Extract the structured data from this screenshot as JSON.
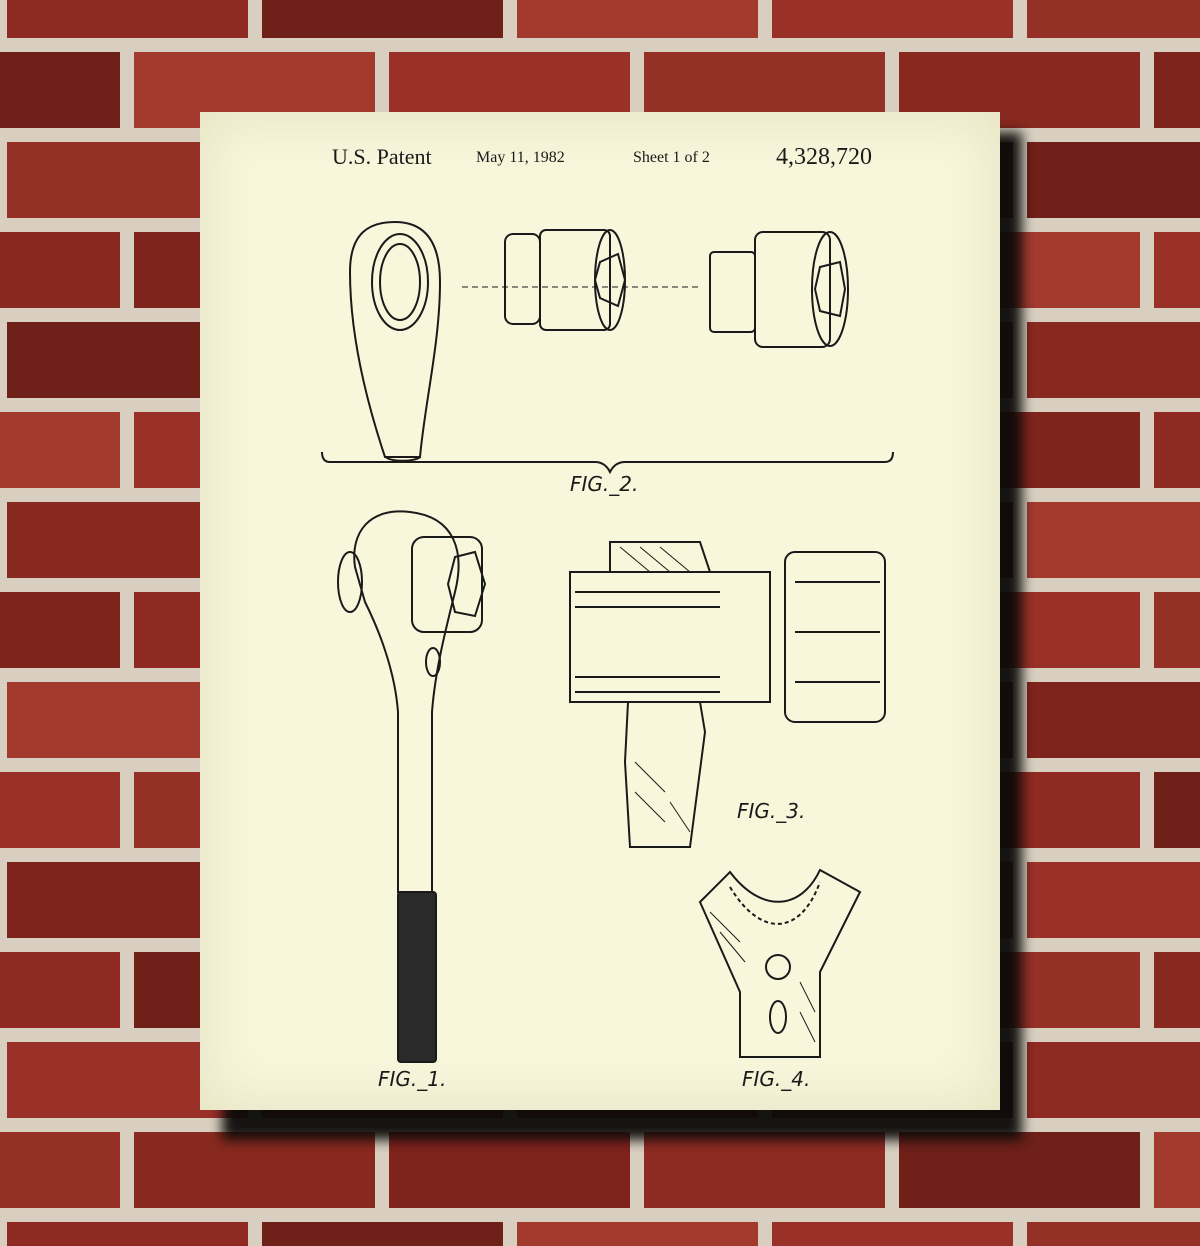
{
  "patent": {
    "title": "U.S. Patent",
    "date": "May 11, 1982",
    "sheet": "Sheet 1 of 2",
    "number": "4,328,720"
  },
  "figures": {
    "fig1": "FIG._1.",
    "fig2": "FIG._2.",
    "fig3": "FIG._3.",
    "fig4": "FIG._4."
  },
  "colors": {
    "brick": "#8e2a22",
    "mortar": "#d6cdbd",
    "paper": "#f8f7dc",
    "ink": "#1a1a1a"
  }
}
